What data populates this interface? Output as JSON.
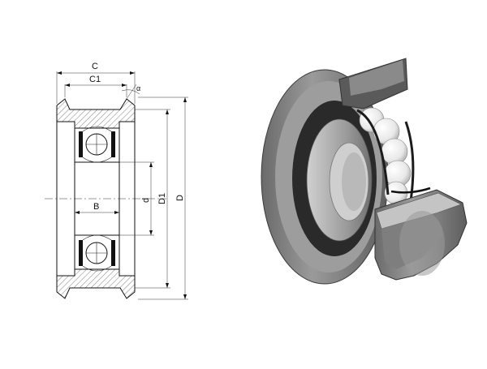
{
  "drawing": {
    "labels": {
      "c": "C",
      "c1": "C1",
      "angle": "α",
      "b": "B",
      "d": "d",
      "d1": "D1",
      "d_outer": "D"
    }
  },
  "colors": {
    "line": "#111111",
    "hatch": "#444444",
    "render_dark": "#2a2a2a",
    "render_mid": "#8a8a8a",
    "render_light": "#c9c9c9",
    "ball": "#f2f2f2"
  }
}
